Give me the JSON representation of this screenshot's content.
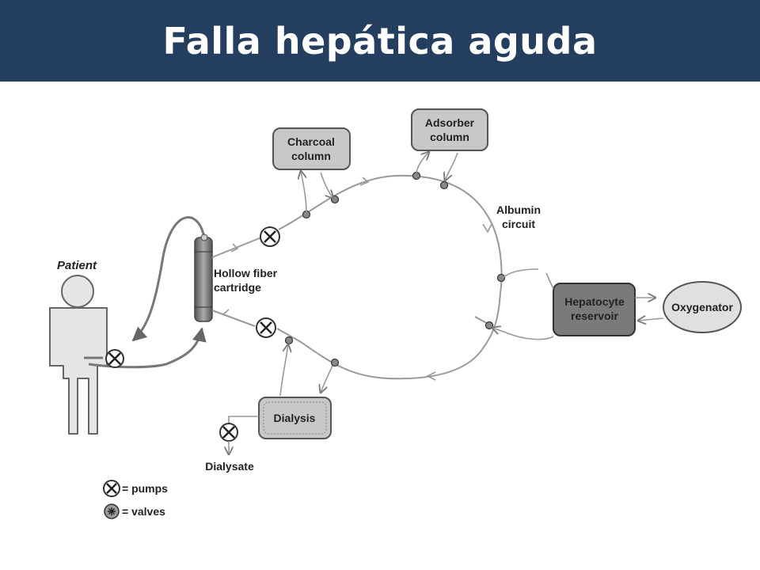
{
  "slide": {
    "title": "Falla hepática aguda"
  },
  "diagram": {
    "patient_label": "Patient",
    "hollow_fiber": [
      "Hollow fiber",
      "cartridge"
    ],
    "charcoal": [
      "Charcoal",
      "column"
    ],
    "adsorber": [
      "Adsorber",
      "column"
    ],
    "albumin": [
      "Albumin",
      "circuit"
    ],
    "hepatocyte": [
      "Hepatocyte",
      "reservoir"
    ],
    "oxygenator": "Oxygenator",
    "dialysis": "Dialysis",
    "dialysate": "Dialysate",
    "legend_pumps": "= pumps",
    "legend_valves": "= valves"
  }
}
